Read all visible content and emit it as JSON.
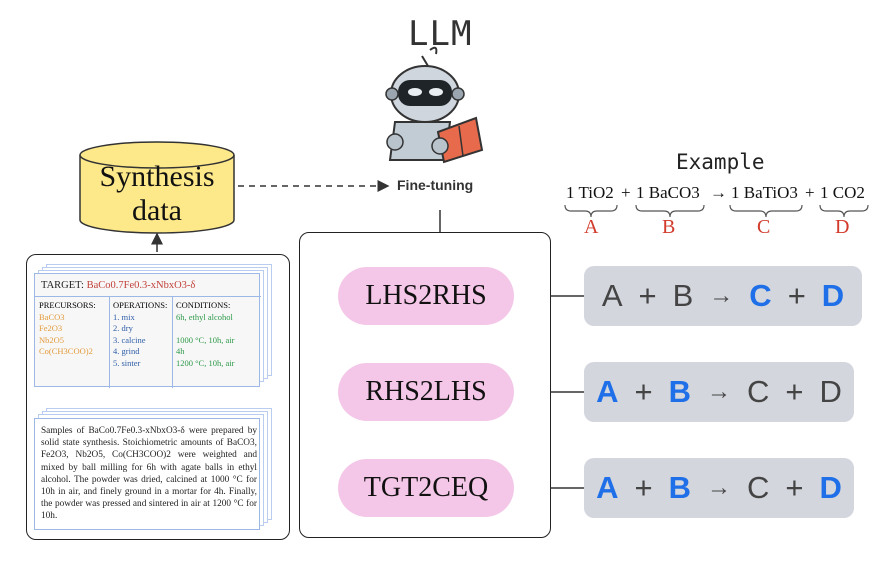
{
  "llm_label": "LLM",
  "fine_tuning_label": "Fine-tuning",
  "synthesis_data": {
    "line1": "Synthesis",
    "line2": "data"
  },
  "example": {
    "title": "Example",
    "terms": [
      "1 TiO2",
      "+",
      "1 BaCO3",
      "→",
      "1 BaTiO3",
      "+",
      "1 CO2"
    ],
    "letters": [
      "A",
      "B",
      "C",
      "D"
    ]
  },
  "tasks": [
    {
      "label": "LHS2RHS",
      "eq": [
        {
          "t": "A",
          "hl": false
        },
        {
          "t": "+",
          "hl": false
        },
        {
          "t": "B",
          "hl": false
        },
        {
          "t": "→",
          "hl": false
        },
        {
          "t": "C",
          "hl": true
        },
        {
          "t": "+",
          "hl": false
        },
        {
          "t": "D",
          "hl": true
        }
      ]
    },
    {
      "label": "RHS2LHS",
      "eq": [
        {
          "t": "A",
          "hl": true
        },
        {
          "t": "+",
          "hl": false
        },
        {
          "t": "B",
          "hl": true
        },
        {
          "t": "→",
          "hl": false
        },
        {
          "t": "C",
          "hl": false
        },
        {
          "t": "+",
          "hl": false
        },
        {
          "t": "D",
          "hl": false
        }
      ]
    },
    {
      "label": "TGT2CEQ",
      "eq": [
        {
          "t": "A",
          "hl": true
        },
        {
          "t": "+",
          "hl": false
        },
        {
          "t": "B",
          "hl": true
        },
        {
          "t": "→",
          "hl": false
        },
        {
          "t": "C",
          "hl": false
        },
        {
          "t": "+",
          "hl": false
        },
        {
          "t": "D",
          "hl": true
        }
      ]
    }
  ],
  "structured_doc": {
    "target_label": "TARGET:",
    "target_formula": "BaCo0.7Fe0.3-xNbxO3-δ",
    "precursors_header": "PRECURSORS:",
    "precursors": [
      "BaCO3",
      "Fe2O3",
      "Nb2O5",
      "Co(CH3COO)2"
    ],
    "operations_header": "OPERATIONS:",
    "operations": [
      "1. mix",
      "2. dry",
      "3. calcine",
      "4. grind",
      "5. sinter"
    ],
    "conditions_header": "CONDITIONS:",
    "conditions": [
      "6h, ethyl alcohol",
      "",
      "1000 °C, 10h, air",
      "4h",
      "1200 °C, 10h, air"
    ]
  },
  "text_doc": {
    "text": "Samples of BaCo0.7Fe0.3-xNbxO3-δ were prepared by solid state synthesis. Stoichiometric amounts of BaCO3, Fe2O3, Nb2O5, Co(CH3COO)2 were weighted and mixed by ball milling for 6h with agate balls in ethyl alcohol. The powder was dried, calcined at 1000 °C for 10h in air, and finely ground in a mortar for 4h. Finally, the powder was pressed and sintered in air at 1200 °C for 10h."
  },
  "colors": {
    "pill": "#f4c6e7",
    "eq_box": "#d3d6dd",
    "highlight": "#1f6fe8",
    "letter": "#d23b2b",
    "cylinder": "#fde88a"
  }
}
